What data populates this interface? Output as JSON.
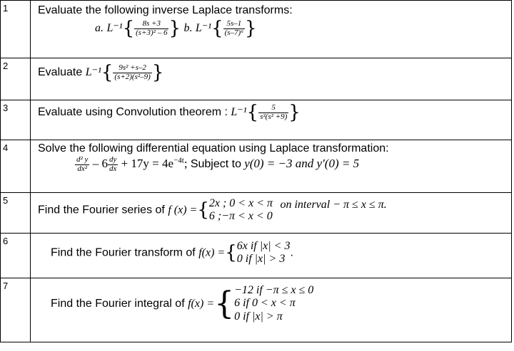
{
  "questions": [
    {
      "number": "1",
      "prompt": "Evaluate the following inverse Laplace transforms:",
      "part_a_label": "a.",
      "part_a_op": "L⁻¹",
      "part_a_num": "8s +3",
      "part_a_den": "(s+3)² – 6",
      "part_b_label": "b.",
      "part_b_op": "L⁻¹",
      "part_b_num": "5s–1",
      "part_b_den": "(s–7)⁶"
    },
    {
      "number": "2",
      "prompt": "Evaluate",
      "op": "L⁻¹",
      "num": "9s² +s–2",
      "den": "(s+2)(s²–9)"
    },
    {
      "number": "3",
      "prompt": "Evaluate using Convolution theorem :",
      "op": "L⁻¹",
      "num": "5",
      "den": "s²(s² +9)"
    },
    {
      "number": "4",
      "prompt": "Solve the following differential equation using Laplace transformation:",
      "d2_num": "d² y",
      "d2_den": "dx²",
      "minus6": "– 6",
      "d1_num": "dy",
      "d1_den": "dx",
      "rest": "+ 17y = 4e",
      "exp": "−4t",
      "semicolon": ";",
      "subject": "Subject to",
      "cond": "y(0) = −3 and y′(0) = 5"
    },
    {
      "number": "5",
      "prompt": "Find the Fourier series of",
      "fx": "f (x) =",
      "case1": "2x ; 0 < x < π",
      "case2": "6 ;−π < x < 0",
      "interval": "on interval − π ≤ x ≤ π."
    },
    {
      "number": "6",
      "prompt": "Find the Fourier transform of",
      "fx": "f(x) =",
      "case1": "6x  if |x| < 3",
      "case2": "0  if |x| > 3",
      "dot": "."
    },
    {
      "number": "7",
      "prompt": "Find the Fourier integral of",
      "fx": "f(x) =",
      "case1": "−12  if   −π ≤ x ≤ 0",
      "case2": "6   if   0 < x < π",
      "case3": "0   if       |x| > π"
    }
  ]
}
